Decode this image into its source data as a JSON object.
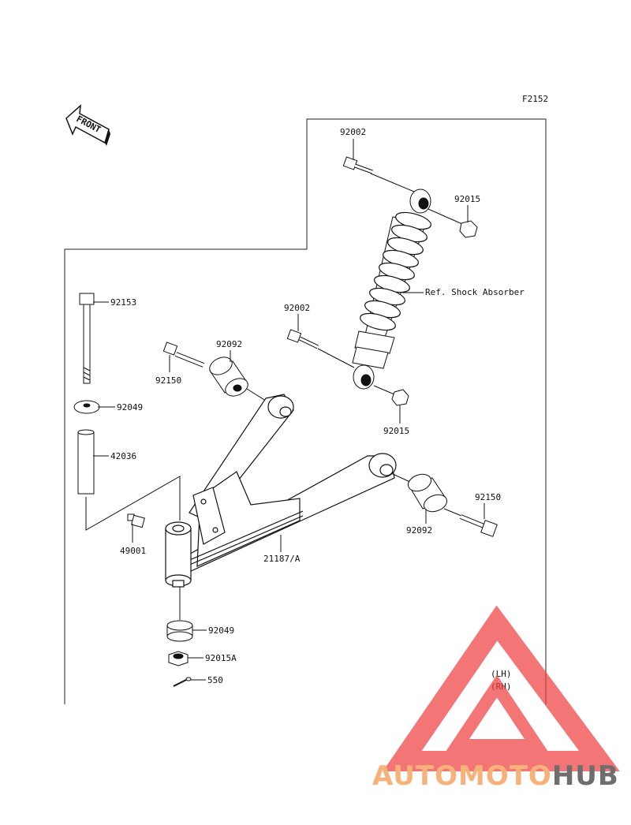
{
  "diagram_code": "F2152",
  "front_label": "FRONT",
  "parts": {
    "bolt_top": "92002",
    "nut_top": "92015",
    "shock_ref": "Ref. Shock Absorber",
    "bolt_mid": "92002",
    "nut_mid": "92015",
    "long_bolt": "92153",
    "washer_top": "92049",
    "sleeve": "42036",
    "bolt_left": "92150",
    "bushing_left": "92092",
    "grease_fitting": "49001",
    "arm": "21187/A",
    "bushing_right": "92092",
    "bolt_right": "92150",
    "cap_bottom": "92049",
    "nut_bottom": "92015A",
    "cotter_pin": "550",
    "side_lh": "(LH)",
    "side_rh": "(RH)"
  },
  "watermark": {
    "part1": "AUTO",
    "part2": "MOTO",
    "part3": "HUB",
    "color_light": "#f6b27a",
    "color_dark": "#6e6e6e",
    "triangle_color": "#ee3b3b"
  }
}
